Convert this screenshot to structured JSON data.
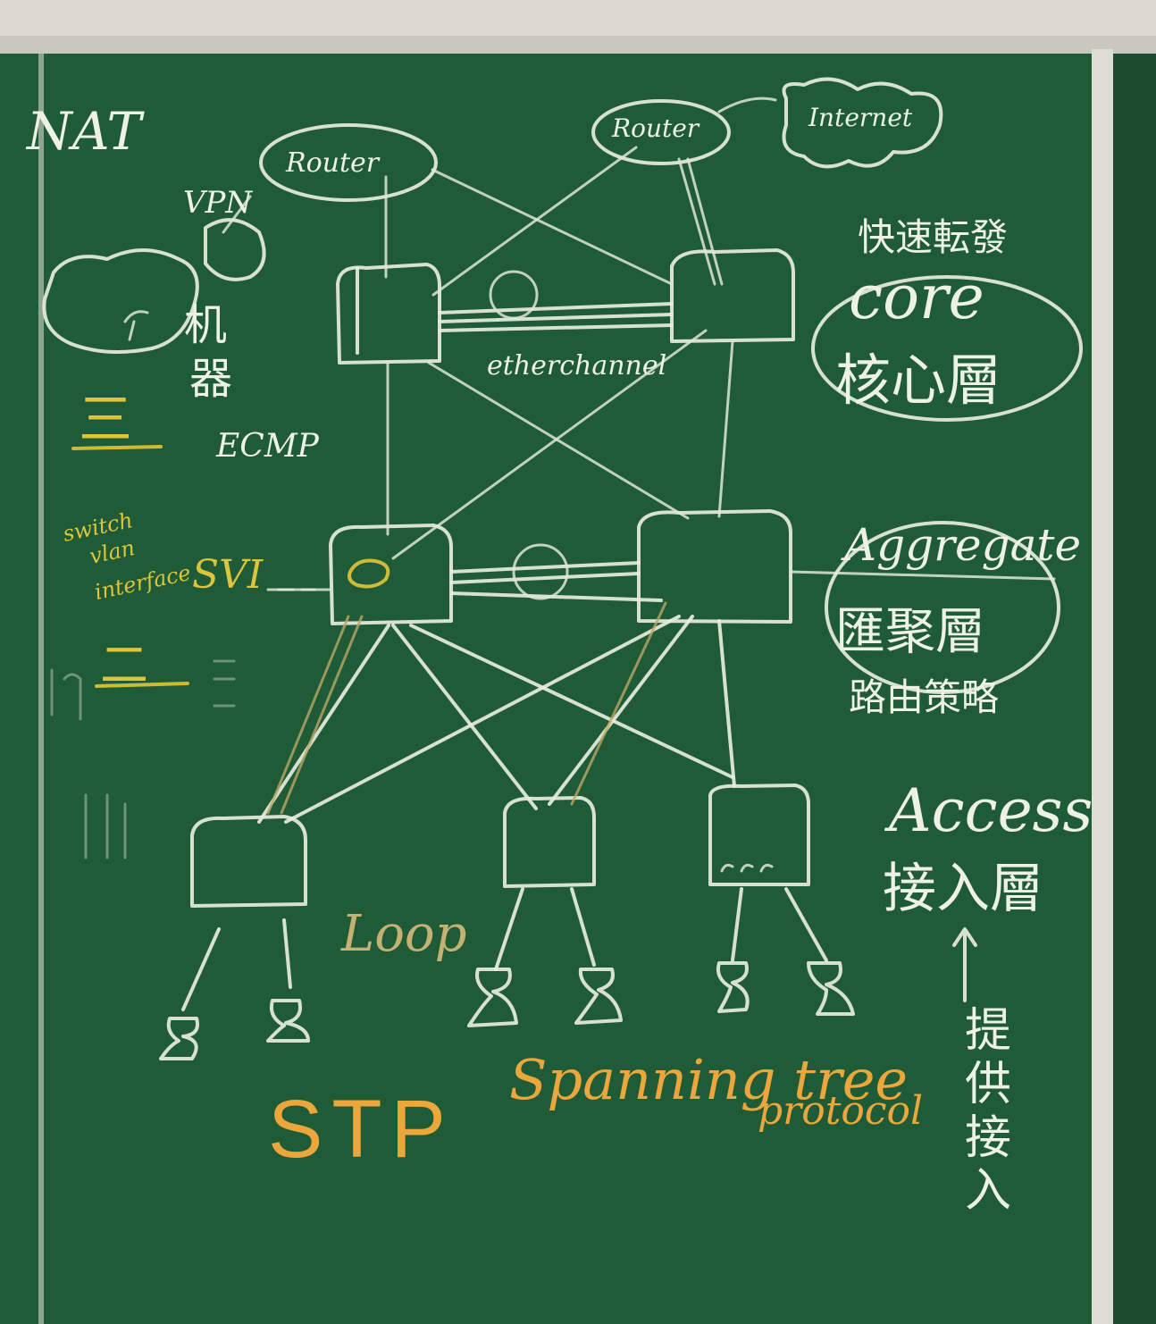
{
  "board": {
    "frame_color": "#e3e2dc",
    "surface_color": "#1f5b36",
    "side_panel_color": "#1c4a2e",
    "chalk_white": "#e8ecde",
    "chalk_yellow": "#d8c23a",
    "chalk_orange": "#e8a53a"
  },
  "labels": {
    "nat": "NAT",
    "vpn": "VPN",
    "router_left": "Router",
    "router_right": "Router",
    "internet": "Internet",
    "fast_forward": "快速転發",
    "core": "core",
    "core_layer": "核心層",
    "etherchannel": "etherchannel",
    "ecmp": "ECMP",
    "three": "三",
    "two": "二",
    "svi": "SVI",
    "svi_switch": "switch",
    "svi_vlan": "vlan",
    "svi_interface": "interface",
    "aggregate": "Aggregate",
    "aggregate_layer": "匯聚層",
    "routing_policy": "路由策略",
    "access": "Access",
    "access_layer": "接入層",
    "provide_access": "提供接入",
    "loop": "Loop",
    "stp": "STP",
    "spanning_tree": "Spanning tree",
    "protocol": "protocol"
  },
  "nodes": {
    "core_switches": 2,
    "aggregation_switches": 2,
    "access_switches": 3,
    "hosts": 6
  },
  "icons": [
    "switch-icon",
    "router-cloud-icon",
    "internet-cloud-icon",
    "host-icon",
    "etherchannel-ring-icon"
  ]
}
